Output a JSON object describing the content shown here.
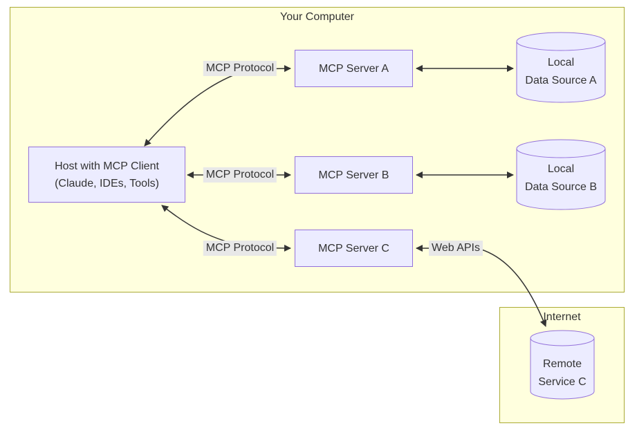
{
  "diagram": {
    "clusters": {
      "your_computer": {
        "title": "Your Computer"
      },
      "internet": {
        "title": "Internet"
      }
    },
    "nodes": {
      "host": {
        "line1": "Host with MCP Client",
        "line2": "(Claude, IDEs, Tools)"
      },
      "server_a": {
        "label": "MCP Server A"
      },
      "server_b": {
        "label": "MCP Server B"
      },
      "server_c": {
        "label": "MCP Server C"
      },
      "data_source_a": {
        "line1": "Local",
        "line2": "Data Source A"
      },
      "data_source_b": {
        "line1": "Local",
        "line2": "Data Source B"
      },
      "remote_service_c": {
        "line1": "Remote",
        "line2": "Service C"
      }
    },
    "edge_labels": {
      "protocol_a": "MCP Protocol",
      "protocol_b": "MCP Protocol",
      "protocol_c": "MCP Protocol",
      "web_apis": "Web APIs"
    },
    "colors": {
      "cluster_fill": "#ffffde",
      "cluster_border": "#aaaa33",
      "node_fill": "#ececff",
      "node_border": "#9370db",
      "edge_label_bg": "#e8e8e8",
      "line": "#333333",
      "text": "#333333"
    }
  }
}
